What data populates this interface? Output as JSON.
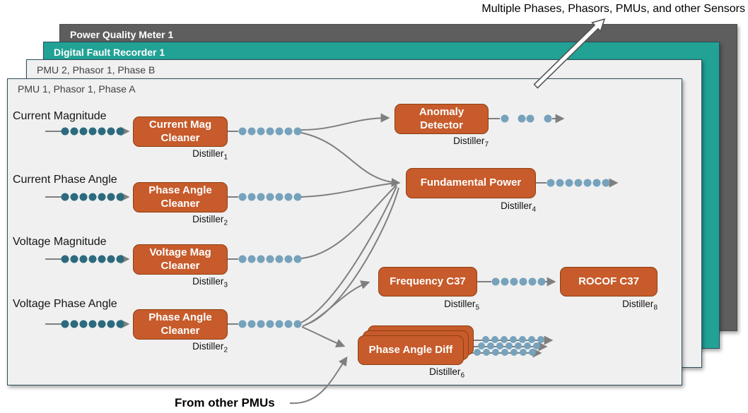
{
  "annotations": {
    "top_right": "Multiple Phases, Phasors, PMUs, and other Sensors",
    "from_other_pmus": "From other PMUs"
  },
  "panels": [
    {
      "title": "Power Quality Meter 1"
    },
    {
      "title": "Digital Fault Recorder 1"
    },
    {
      "title": "PMU 2, Phasor 1, Phase B"
    },
    {
      "title": "PMU 1, Phasor 1, Phase A"
    }
  ],
  "inputs": [
    {
      "label": "Current Magnitude"
    },
    {
      "label": "Current Phase Angle"
    },
    {
      "label": "Voltage Magnitude"
    },
    {
      "label": "Voltage Phase Angle"
    }
  ],
  "nodes": [
    {
      "title": "Current Mag Cleaner",
      "distiller": "Distiller",
      "sub": "1"
    },
    {
      "title": "Phase Angle Cleaner",
      "distiller": "Distiller",
      "sub": "2"
    },
    {
      "title": "Voltage Mag Cleaner",
      "distiller": "Distiller",
      "sub": "3"
    },
    {
      "title": "Phase Angle Cleaner",
      "distiller": "Distiller",
      "sub": "2"
    },
    {
      "title": "Anomaly Detector",
      "distiller": "Distiller",
      "sub": "7"
    },
    {
      "title": "Fundamental Power",
      "distiller": "Distiller",
      "sub": "4"
    },
    {
      "title": "Frequency C37",
      "distiller": "Distiller",
      "sub": "5"
    },
    {
      "title": "ROCOF C37",
      "distiller": "Distiller",
      "sub": "8"
    },
    {
      "title": "Phase Angle Diff",
      "distiller": "Distiller",
      "sub": "6"
    }
  ],
  "colors": {
    "node_fill": "#C75B2B",
    "node_border": "#8E4012",
    "panel_dark": "#5E5E5E",
    "panel_teal": "#21A295",
    "panel_light": "#F0F0F0",
    "panel_border": "#2E4D5C",
    "input_dot": "#2C6B7E",
    "output_dot": "#76A2BC",
    "line": "#7F7F7F"
  }
}
